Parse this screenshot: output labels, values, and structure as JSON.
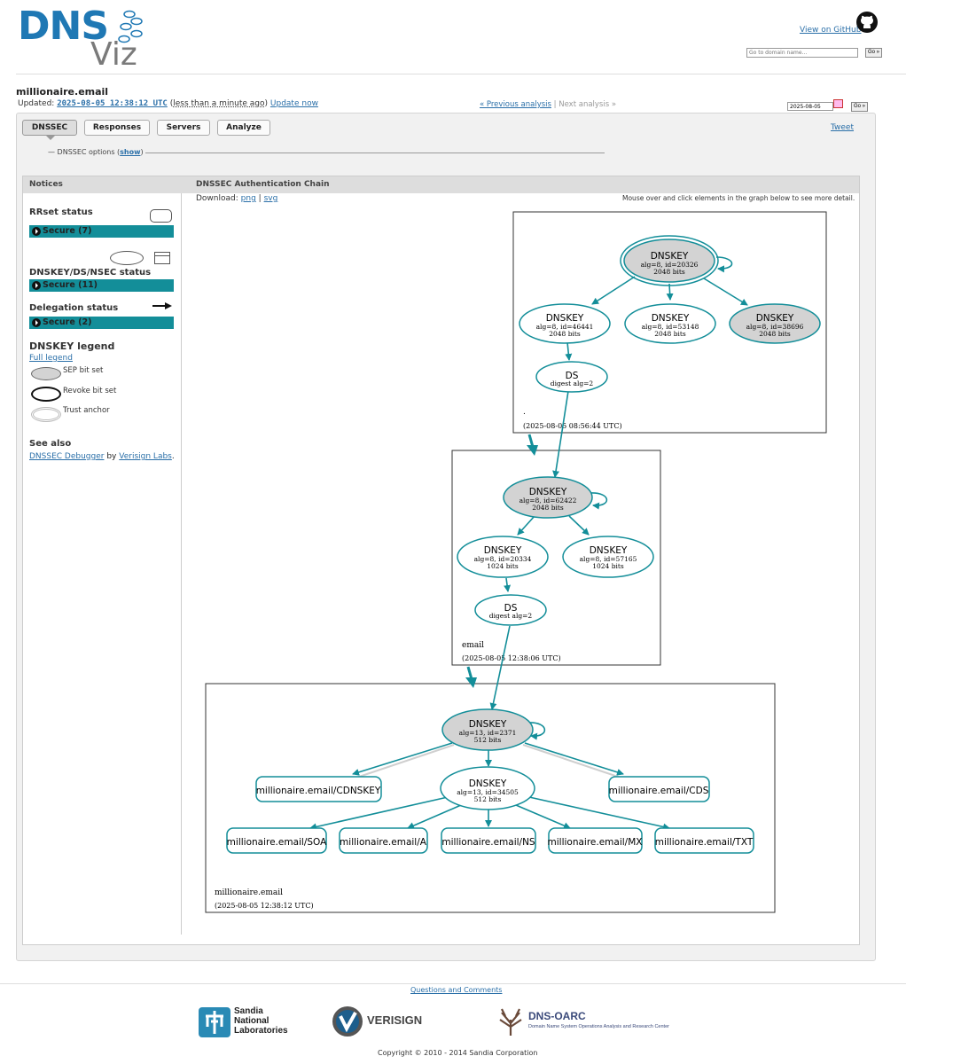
{
  "header": {
    "logo_dns": "DNS",
    "logo_viz": "Viz",
    "github_link": "View on GitHub",
    "search_placeholder": "Go to domain name...",
    "search_go": "Go »"
  },
  "analysis": {
    "domain": "millionaire.email",
    "updated_prefix": "Updated:",
    "updated_ts": "2025-08-05 12:38:12 UTC",
    "updated_rel": "less than a minute ago",
    "update_now": "Update now",
    "prev": "« Previous analysis",
    "sep": "|",
    "next": "Next analysis »",
    "date_value": "2025-08-05",
    "date_go": "Go »"
  },
  "tabs": [
    {
      "label": "DNSSEC",
      "active": true
    },
    {
      "label": "Responses",
      "active": false
    },
    {
      "label": "Servers",
      "active": false
    },
    {
      "label": "Analyze",
      "active": false
    }
  ],
  "tweet": "Tweet",
  "options": {
    "prefix": "— DNSSEC options (",
    "link": "show",
    "suffix": ")"
  },
  "notices": {
    "title": "Notices",
    "rrset_title": "RRset status",
    "rrset_badge": "Secure (7)",
    "dnskey_title": "DNSKEY/DS/NSEC status",
    "dnskey_badge": "Secure (11)",
    "delegation_title": "Delegation status",
    "delegation_badge": "Secure (2)",
    "legend_title": "DNSKEY legend",
    "full_legend": "Full legend",
    "legend_items": [
      "SEP bit set",
      "Revoke bit set",
      "Trust anchor"
    ],
    "see_also_title": "See also",
    "debugger_link": "DNSSEC Debugger",
    "by": "by",
    "verisign_link": "Verisign Labs",
    "period": "."
  },
  "chain": {
    "title": "DNSSEC Authentication Chain",
    "download_label": "Download:",
    "png": "png",
    "pipe": "|",
    "svg": "svg",
    "hint": "Mouse over and click elements in the graph below to see more detail."
  },
  "graph": {
    "zones": [
      {
        "name": ".",
        "time": "(2025-08-05 08:56:44 UTC)"
      },
      {
        "name": "email",
        "time": "(2025-08-05 12:38:06 UTC)"
      },
      {
        "name": "millionaire.email",
        "time": "(2025-08-05 12:38:12 UTC)"
      }
    ],
    "root_ksk": {
      "label": "DNSKEY",
      "l2": "alg=8, id=20326",
      "l3": "2048 bits"
    },
    "root_zsk1": {
      "label": "DNSKEY",
      "l2": "alg=8, id=46441",
      "l3": "2048 bits"
    },
    "root_zsk2": {
      "label": "DNSKEY",
      "l2": "alg=8, id=53148",
      "l3": "2048 bits"
    },
    "root_zsk3": {
      "label": "DNSKEY",
      "l2": "alg=8, id=38696",
      "l3": "2048 bits"
    },
    "root_ds": {
      "label": "DS",
      "l2": "digest alg=2"
    },
    "email_ksk": {
      "label": "DNSKEY",
      "l2": "alg=8, id=62422",
      "l3": "2048 bits"
    },
    "email_zsk1": {
      "label": "DNSKEY",
      "l2": "alg=8, id=20334",
      "l3": "1024 bits"
    },
    "email_zsk2": {
      "label": "DNSKEY",
      "l2": "alg=8, id=57165",
      "l3": "1024 bits"
    },
    "email_ds": {
      "label": "DS",
      "l2": "digest alg=2"
    },
    "mil_ksk": {
      "label": "DNSKEY",
      "l2": "alg=13, id=2371",
      "l3": "512 bits"
    },
    "mil_zsk": {
      "label": "DNSKEY",
      "l2": "alg=13, id=34505",
      "l3": "512 bits"
    },
    "rrsets": [
      "millionaire.email/CDNSKEY",
      "millionaire.email/CDS",
      "millionaire.email/SOA",
      "millionaire.email/A",
      "millionaire.email/NS",
      "millionaire.email/MX",
      "millionaire.email/TXT"
    ]
  },
  "footer": {
    "questions": "Questions and Comments",
    "sandia": [
      "Sandia",
      "National",
      "Laboratories"
    ],
    "verisign": "VERISIGN",
    "oarc": "DNS-OARC",
    "oarc_sub": "Domain Name System Operations Analysis and Research Center",
    "copyright": "Copyright © 2010 - 2014 Sandia Corporation"
  },
  "colors": {
    "teal": "#138e99",
    "node_fill_sep": "#d3d3d3",
    "link": "#2a6fa8"
  }
}
